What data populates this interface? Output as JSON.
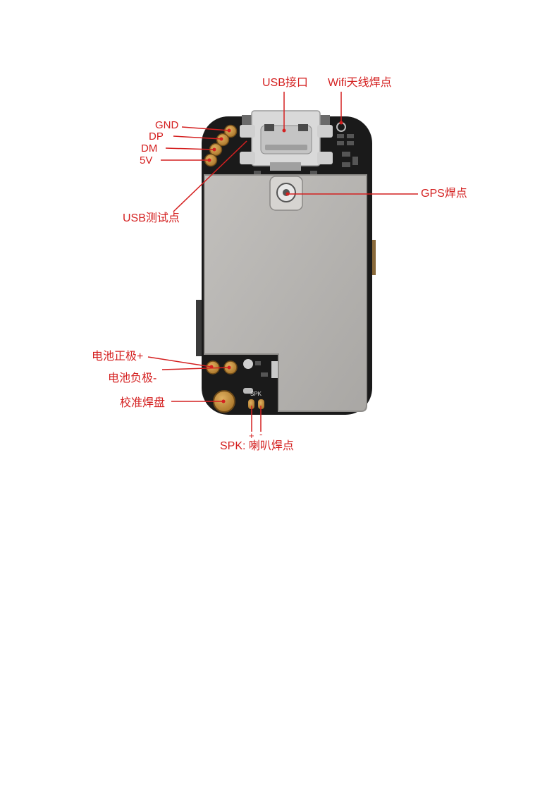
{
  "labels": {
    "usb_port": "USB接口",
    "wifi_antenna": "Wifi天线焊点",
    "gnd": "GND",
    "dp": "DP",
    "dm": "DM",
    "v5": "5V",
    "usb_test": "USB测试点",
    "gps": "GPS焊点",
    "battery_pos": "电池正极+",
    "battery_neg": "电池负极-",
    "calibration": "校准焊盘",
    "spk_plus": "+",
    "spk_minus": "-",
    "spk": "SPK: 喇叭焊点",
    "pcb_spk": "SPK"
  },
  "colors": {
    "label": "#d42020",
    "pcb": "#1a1a1a",
    "shield": "#b8b6b3",
    "pad": "#c9933a"
  }
}
